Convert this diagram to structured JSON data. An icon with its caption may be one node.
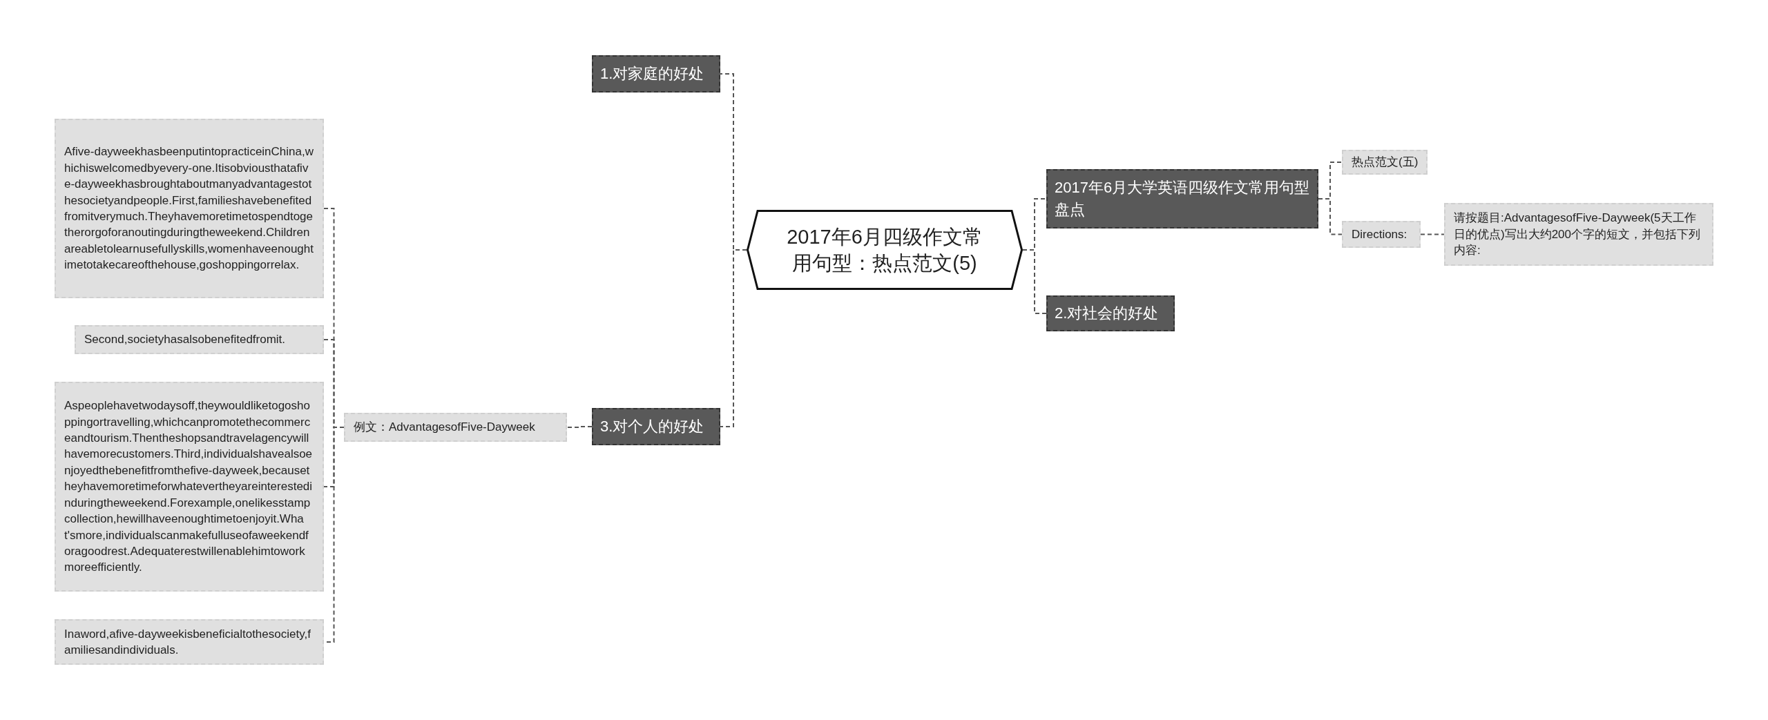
{
  "diagram": {
    "nodes": [
      {
        "text": [
          "2017年6月四级作文常用句型：热点范文(5)"
        ]
      },
      {
        "text": [
          "1.对家庭的好处"
        ]
      },
      {
        "text": [
          "2017年6月大学英语四级作文常用句型盘点"
        ]
      },
      {
        "text": [
          "热点范文(五)"
        ]
      },
      {
        "text": [
          "Directions:"
        ]
      },
      {
        "text": [
          "请按题目:AdvantagesofFive-Dayweek(5天工作日的优点)写出大约200个字的短文，并包括下列内容:"
        ]
      },
      {
        "text": [
          "2.对社会的好处"
        ]
      },
      {
        "text": [
          "3.对个人的好处"
        ]
      },
      {
        "text": [
          "例文：AdvantagesofFive-Dayweek"
        ]
      },
      {
        "text": [
          "Afive-dayweekhasbeenputintopracticeinChina,whichiswelcomedbyevery-one.Itisobviousthatafive-dayweekhasbroughtaboutmanyadvantagestothesocietyandpeople.First,familieshavebenefitedfromitverymuch.Theyhavemoretimetospendtogetherorgoforanoutingduringtheweekend.Childrenareabletolearnusefullyskills,womenhaveenoughtimetotakecareofthehouse,goshoppingorrelax."
        ]
      },
      {
        "text": [
          "Second,societyhasalsobenefitedfromit."
        ]
      },
      {
        "text": [
          "Aspeoplehavetwodaysoff,theywouldliketogoshoppingortravelling,whichcanpromotethecommerceandtourism.Thentheshopsandtravelagencywillhavemorecustomers.Third,individualshavealsoenjoyedthebenefitfromthefive-dayweek,becausetheyhavemoretimeforwhatevertheyareinterestedinduringtheweekend.Forexample,onelikesstampcollection,hewillhaveenoughtimetoenjoyit.What'smore,individualscanmakefulluseofaweekendforagoodrest.Adequaterestwillenablehimtoworkmoreefficiently."
        ]
      },
      {
        "text": [
          "Inaword,afive-dayweekisbeneficialtothesociety,familiesandindividuals."
        ]
      }
    ],
    "edges": [
      {
        "from": 0,
        "to": 1,
        "arrow": "none"
      },
      {
        "from": 0,
        "to": 2,
        "arrow": "none"
      },
      {
        "from": 2,
        "to": 3,
        "arrow": "none"
      },
      {
        "from": 2,
        "to": 4,
        "arrow": "none"
      },
      {
        "from": 4,
        "to": 5,
        "arrow": "none"
      },
      {
        "from": 0,
        "to": 6,
        "arrow": "none"
      },
      {
        "from": 0,
        "to": 7,
        "arrow": "none"
      },
      {
        "from": 7,
        "to": 8,
        "arrow": "none"
      },
      {
        "from": 8,
        "to": 9,
        "arrow": "none"
      },
      {
        "from": 8,
        "to": 10,
        "arrow": "none"
      },
      {
        "from": 8,
        "to": 11,
        "arrow": "none"
      },
      {
        "from": 8,
        "to": 12,
        "arrow": "none"
      }
    ]
  }
}
